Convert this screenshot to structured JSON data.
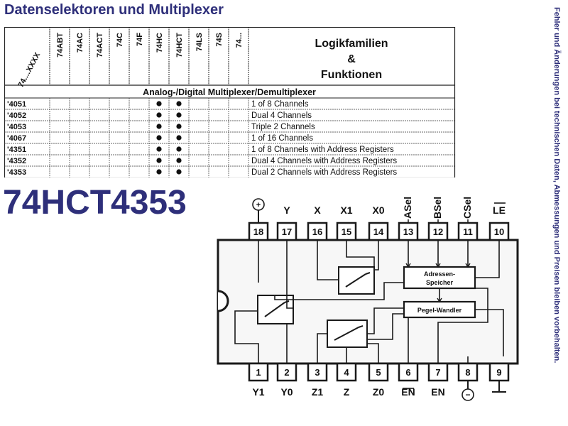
{
  "page_title": "Datenselektoren und Multiplexer",
  "side_note": "Fehler und Änderungen bei technischen Daten, Abmessungen und Preisen bleiben vorbehalten.",
  "part_number": "74HCT4353",
  "table": {
    "corner_header": "74....XXXX",
    "family_headers": [
      "74ABT",
      "74AC",
      "74ACT",
      "74C",
      "74F",
      "74HC",
      "74HCT",
      "74LS",
      "74S",
      "74..."
    ],
    "function_header": [
      "Logikfamilien",
      "&",
      "Funktionen"
    ],
    "section_title": "Analog-/Digital Multiplexer/Demultiplexer",
    "rows": [
      {
        "part": "'4051",
        "dots": [
          false,
          false,
          false,
          false,
          false,
          true,
          true,
          false,
          false,
          false
        ],
        "function": "1 of 8 Channels"
      },
      {
        "part": "'4052",
        "dots": [
          false,
          false,
          false,
          false,
          false,
          true,
          true,
          false,
          false,
          false
        ],
        "function": "Dual 4 Channels"
      },
      {
        "part": "'4053",
        "dots": [
          false,
          false,
          false,
          false,
          false,
          true,
          true,
          false,
          false,
          false
        ],
        "function": "Triple 2 Channels"
      },
      {
        "part": "'4067",
        "dots": [
          false,
          false,
          false,
          false,
          false,
          true,
          true,
          false,
          false,
          false
        ],
        "function": "1 of 16 Channels"
      },
      {
        "part": "'4351",
        "dots": [
          false,
          false,
          false,
          false,
          false,
          true,
          true,
          false,
          false,
          false
        ],
        "function": "1 of 8 Channels with Address Registers"
      },
      {
        "part": "'4352",
        "dots": [
          false,
          false,
          false,
          false,
          false,
          true,
          true,
          false,
          false,
          false
        ],
        "function": "Dual 4 Channels with Address Registers"
      },
      {
        "part": "'4353",
        "dots": [
          false,
          false,
          false,
          false,
          false,
          true,
          true,
          false,
          false,
          false
        ],
        "function": "Dual 2 Channels with Address Registers"
      }
    ]
  },
  "diagram": {
    "top_pins": [
      {
        "number": "18",
        "label": "⊕"
      },
      {
        "number": "17",
        "label": "Y"
      },
      {
        "number": "16",
        "label": "X"
      },
      {
        "number": "15",
        "label": "X1"
      },
      {
        "number": "14",
        "label": "X0"
      },
      {
        "number": "13",
        "label": "ASel"
      },
      {
        "number": "12",
        "label": "BSel"
      },
      {
        "number": "11",
        "label": "CSel"
      },
      {
        "number": "10",
        "label": "LE"
      }
    ],
    "bottom_pins": [
      {
        "number": "1",
        "label": "Y1"
      },
      {
        "number": "2",
        "label": "Y0"
      },
      {
        "number": "3",
        "label": "Z1"
      },
      {
        "number": "4",
        "label": "Z"
      },
      {
        "number": "5",
        "label": "Z0"
      },
      {
        "number": "6",
        "label": "EN"
      },
      {
        "number": "7",
        "label": "EN"
      },
      {
        "number": "8",
        "label": "⊖"
      },
      {
        "number": "9",
        "label": "⊥"
      }
    ],
    "address_block": [
      "Adressen-",
      "Speicher"
    ],
    "converter_block": "Pegel-Wandler"
  }
}
